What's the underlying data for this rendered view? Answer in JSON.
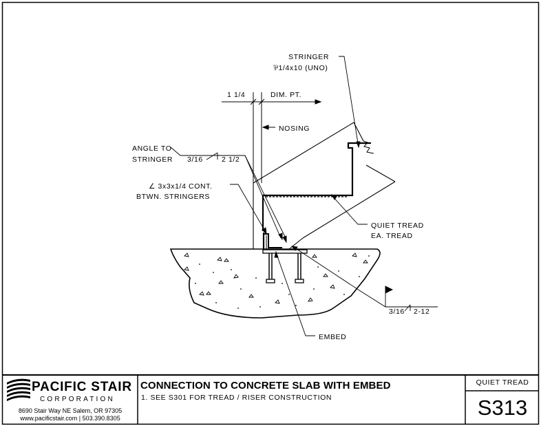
{
  "drawing": {
    "labels": {
      "stringer_l1": "STRINGER",
      "stringer_l2": "⅌1/4x10 (UNO)",
      "dim_left": "1 1/4",
      "dim_right": "DIM. PT.",
      "nosing": "NOSING",
      "angle_l1": "ANGLE TO",
      "angle_l2": "STRINGER",
      "angle_weld_size": "3/16",
      "angle_weld_len": "2 1/2",
      "angle_cont_l1": "∠ 3x3x1/4 CONT.",
      "angle_cont_l2": "BTWN. STRINGERS",
      "quiet_l1": "QUIET TREAD",
      "quiet_l2": "EA. TREAD",
      "embed_weld_size": "3/16",
      "embed_weld_len": "2-12",
      "embed": "EMBED"
    }
  },
  "title_block": {
    "company_name": "PACIFIC STAIR",
    "company_sub": "CORPORATION",
    "address": "8690 Stair Way NE Salem, OR 97305",
    "contact": "www.pacificstair.com  |  503.390.8305",
    "title": "CONNECTION TO CONCRETE SLAB WITH EMBED",
    "note": "1.  SEE S301 FOR TREAD / RISER CONSTRUCTION",
    "category": "QUIET TREAD",
    "sheet_number": "S313"
  }
}
